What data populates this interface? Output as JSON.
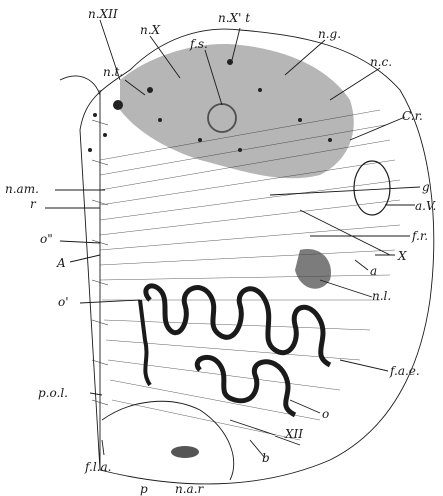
{
  "labels": {
    "nXII": "n.XII",
    "nX": "n.X",
    "fs": "f.s.",
    "nXt": "n.X' t",
    "ng": "n.g.",
    "nt": "n.t.",
    "nc": "n.c.",
    "Cr": "C.r.",
    "nam": "n.am.",
    "r": "r",
    "g": "g",
    "aV": "a.V.",
    "o2": "o\"",
    "fr": "f.r.",
    "A": "A",
    "X": "X",
    "a": "a",
    "nl": "n.l.",
    "o1": "o'",
    "fae": "f.a.e.",
    "pol": "p.o.l.",
    "o": "o",
    "XII": "XII",
    "b": "b",
    "fla": "f.l.a.",
    "p": "p",
    "nar": "n.a.r"
  },
  "colors": {
    "ink": "#1a1a1a",
    "paper": "#ffffff"
  }
}
